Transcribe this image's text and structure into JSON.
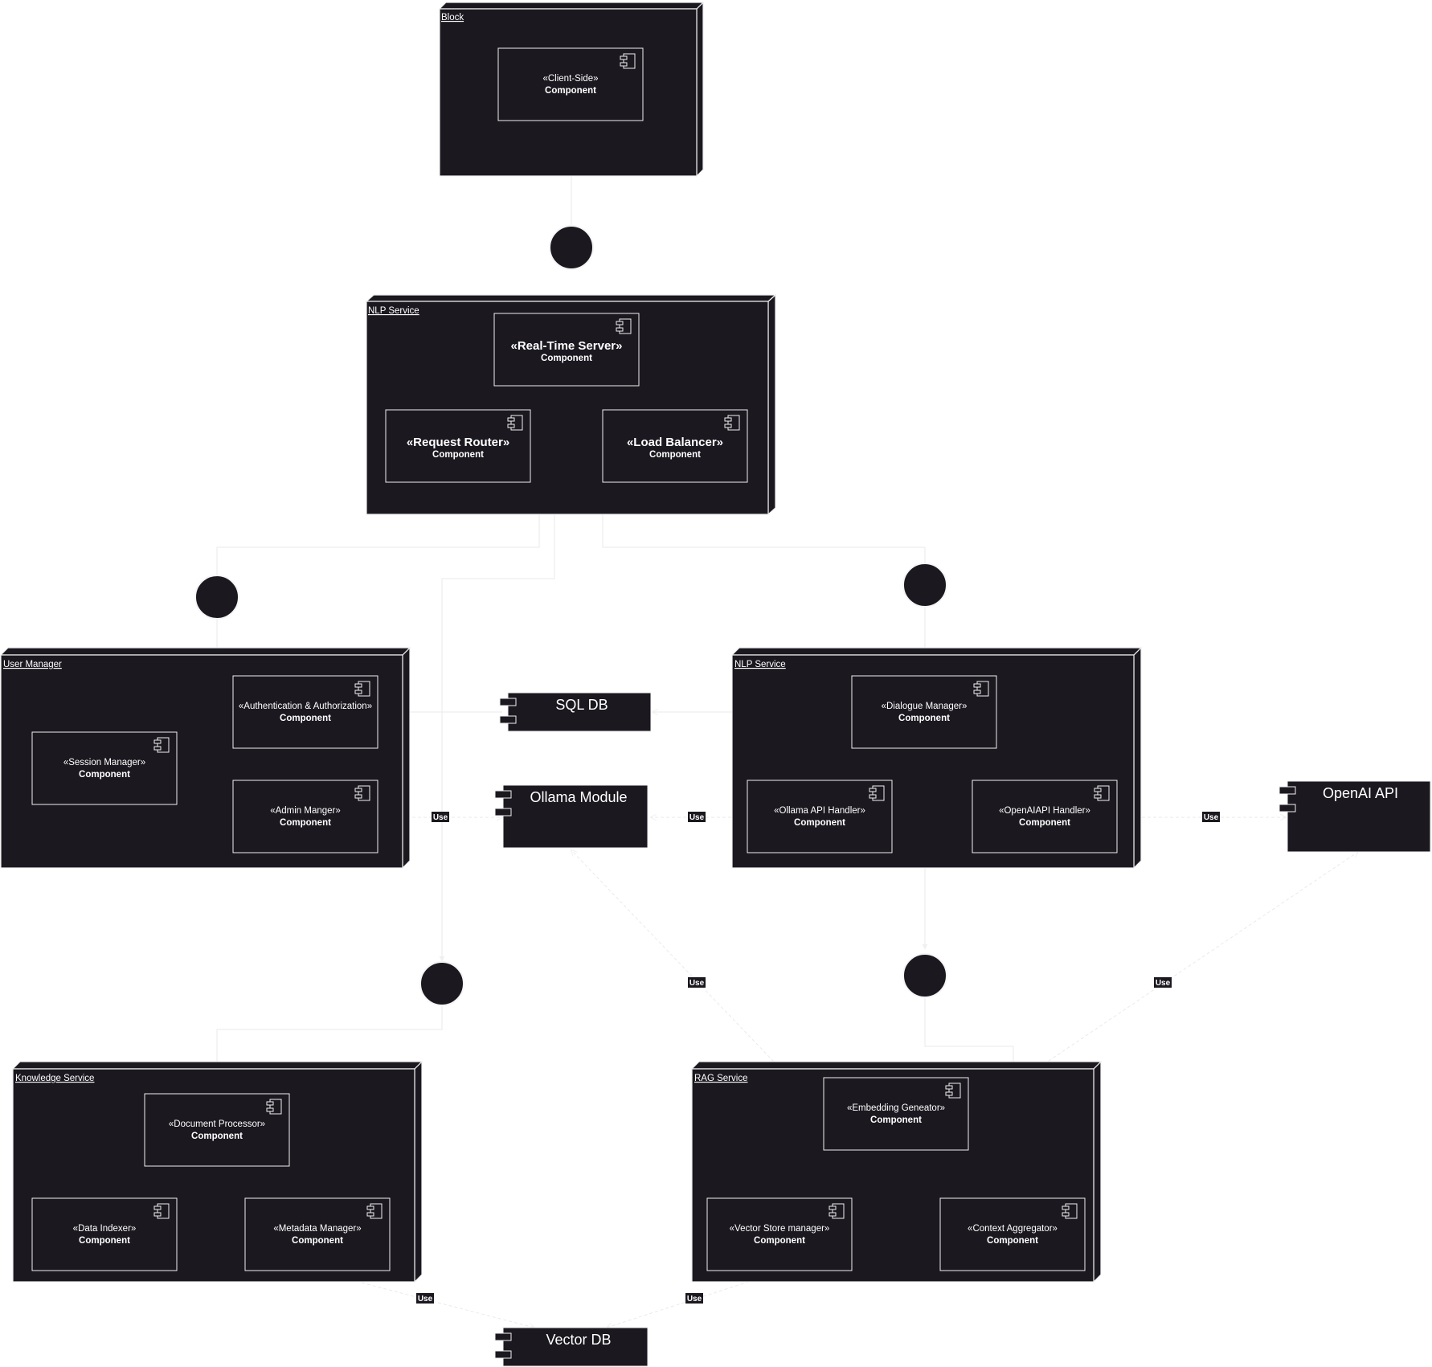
{
  "diagram": {
    "component_word": "Component",
    "use_label": "Use",
    "nodes": {
      "block": {
        "title": "Block",
        "components": {
          "client_side": "«Client-Side»"
        }
      },
      "nlp_top": {
        "title": "NLP Service",
        "components": {
          "realtime_server": "«Real-Time Server»",
          "request_router": "«Request Router»",
          "load_balancer": "«Load Balancer»"
        }
      },
      "user_manager": {
        "title": "User Manager",
        "components": {
          "auth": "«Authentication & Authorization»",
          "session_manager": "«Session Manager»",
          "admin_manager": "«Admin Manger»"
        }
      },
      "nlp_service": {
        "title": "NLP Service",
        "components": {
          "dialogue_manager": "«Dialogue Manager»",
          "ollama_handler": "«Ollama API Handler»",
          "openai_handler": "«OpenAIAPI Handler»"
        }
      },
      "knowledge_service": {
        "title": "Knowledge Service",
        "components": {
          "document_processor": "«Document Processor»",
          "data_indexer": "«Data Indexer»",
          "metadata_manager": "«Metadata Manager»"
        }
      },
      "rag_service": {
        "title": "RAG Service",
        "components": {
          "embedding_generator": "«Embedding Geneator»",
          "vector_store_manager": "«Vector Store manager»",
          "context_aggregator": "«Context Aggregator»"
        }
      }
    },
    "external": {
      "sql_db": "SQL DB",
      "ollama_module": "Ollama Module",
      "openai_api": "OpenAI API",
      "vector_db": "Vector DB"
    },
    "colors": {
      "fill": "#1b181f",
      "stroke": "#f0f0f0",
      "background": "#ffffff"
    }
  }
}
